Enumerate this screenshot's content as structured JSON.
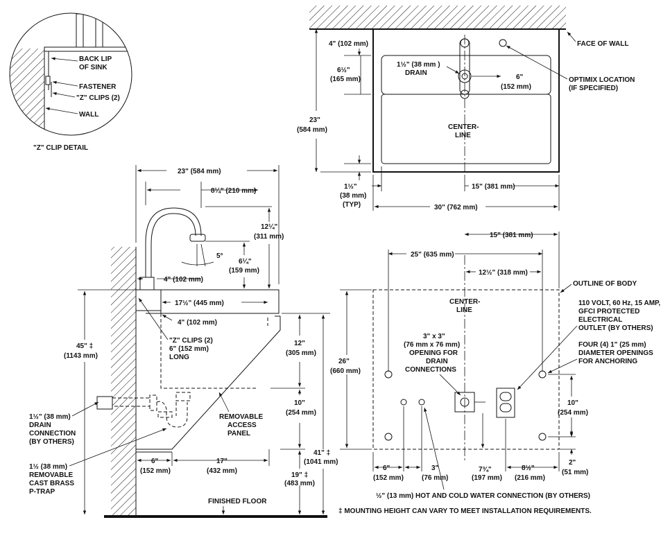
{
  "zclip": {
    "back_lip": [
      "BACK LIP",
      "OF SINK"
    ],
    "fastener": "FASTENER",
    "zclips": "\"Z\" CLIPS (2)",
    "wall": "WALL",
    "title": "\"Z\" CLIP DETAIL"
  },
  "top_view": {
    "face_of_wall": "FACE OF WALL",
    "optimix": [
      "OPTIMIX LOCATION",
      "(IF SPECIFIED)"
    ],
    "drain": [
      "1½\" (38 mm )",
      "DRAIN"
    ],
    "d_4": [
      "4\" (102 mm)"
    ],
    "d_6_5": [
      "6½\"",
      "(165 mm)"
    ],
    "d_6": [
      "6\"",
      "(152 mm)"
    ],
    "d_23": [
      "23\"",
      "(584 mm)"
    ],
    "centerline": [
      "CENTER-",
      "LINE"
    ],
    "d_1_5": [
      "1½\"",
      "(38 mm)",
      "(TYP)"
    ],
    "d_15": "15\" (381 mm)",
    "d_30": "30\" (762 mm)"
  },
  "side_view": {
    "d_23": "23\" (584 mm)",
    "d_8_25": "8¼\" (210 mm)",
    "d_12_25": [
      "12¼\"",
      "(311 mm)"
    ],
    "d_5deg": "5°",
    "d_6_25": [
      "6¼\"",
      "(159 mm)"
    ],
    "d_4_spout": "4\" (102 mm)",
    "d_17_5": "17½\" (445 mm)",
    "d_4_lip": "4\" (102 mm)",
    "zclips": [
      "\"Z\" CLIPS (2)",
      "6\" (152 mm)",
      "LONG"
    ],
    "d_45": [
      "45\" ‡",
      "(1143 mm)"
    ],
    "d_12": [
      "12\"",
      "(305 mm)"
    ],
    "d_10": [
      "10\"",
      "(254 mm)"
    ],
    "panel": [
      "REMOVABLE",
      "ACCESS",
      "PANEL"
    ],
    "drain_conn": [
      "1½\" (38 mm)",
      "DRAIN",
      "CONNECTION",
      "(BY OTHERS)"
    ],
    "ptrap": [
      "1½ (38 mm)",
      "REMOVABLE",
      "CAST BRASS",
      "P-TRAP"
    ],
    "d_6_bot": [
      "6\"",
      "(152 mm)"
    ],
    "d_17": [
      "17\"",
      "(432 mm)"
    ],
    "d_41": [
      "41\" ‡",
      "(1041 mm)"
    ],
    "d_19": [
      "19\" ‡",
      "(483 mm)"
    ],
    "floor": "FINISHED FLOOR"
  },
  "front_view": {
    "d_15": "15\" (381 mm)",
    "d_25": "25\" (635 mm)",
    "d_12_5": "12½\" (318 mm)",
    "outline": "OUTLINE OF BODY",
    "centerline": [
      "CENTER-",
      "LINE"
    ],
    "outlet": [
      "110 VOLT, 60 Hz, 15 AMP,",
      "GFCI PROTECTED",
      "ELECTRICAL",
      "OUTLET (BY OTHERS)"
    ],
    "anchors": [
      "FOUR (4) 1\" (25 mm)",
      "DIAMETER OPENINGS",
      "FOR ANCHORING"
    ],
    "d_26": [
      "26\"",
      "(660 mm)"
    ],
    "opening": [
      "3\" x 3\"",
      "(76 mm x 76 mm)",
      "OPENING FOR",
      "DRAIN",
      "CONNECTIONS"
    ],
    "d_10": [
      "10\"",
      "(254 mm)"
    ],
    "d_2": [
      "2\"",
      "(51 mm)"
    ],
    "d_6": [
      "6\"",
      "(152 mm)"
    ],
    "d_3": [
      "3\"",
      "(76 mm)"
    ],
    "d_7_75": [
      "7¾\"",
      "(197 mm)"
    ],
    "d_8_5": [
      "8½\"",
      "(216 mm)"
    ],
    "water": "½\" (13 mm) HOT AND COLD WATER CONNECTION (BY OTHERS)",
    "note": "‡ MOUNTING HEIGHT CAN VARY TO MEET INSTALLATION REQUIREMENTS."
  }
}
